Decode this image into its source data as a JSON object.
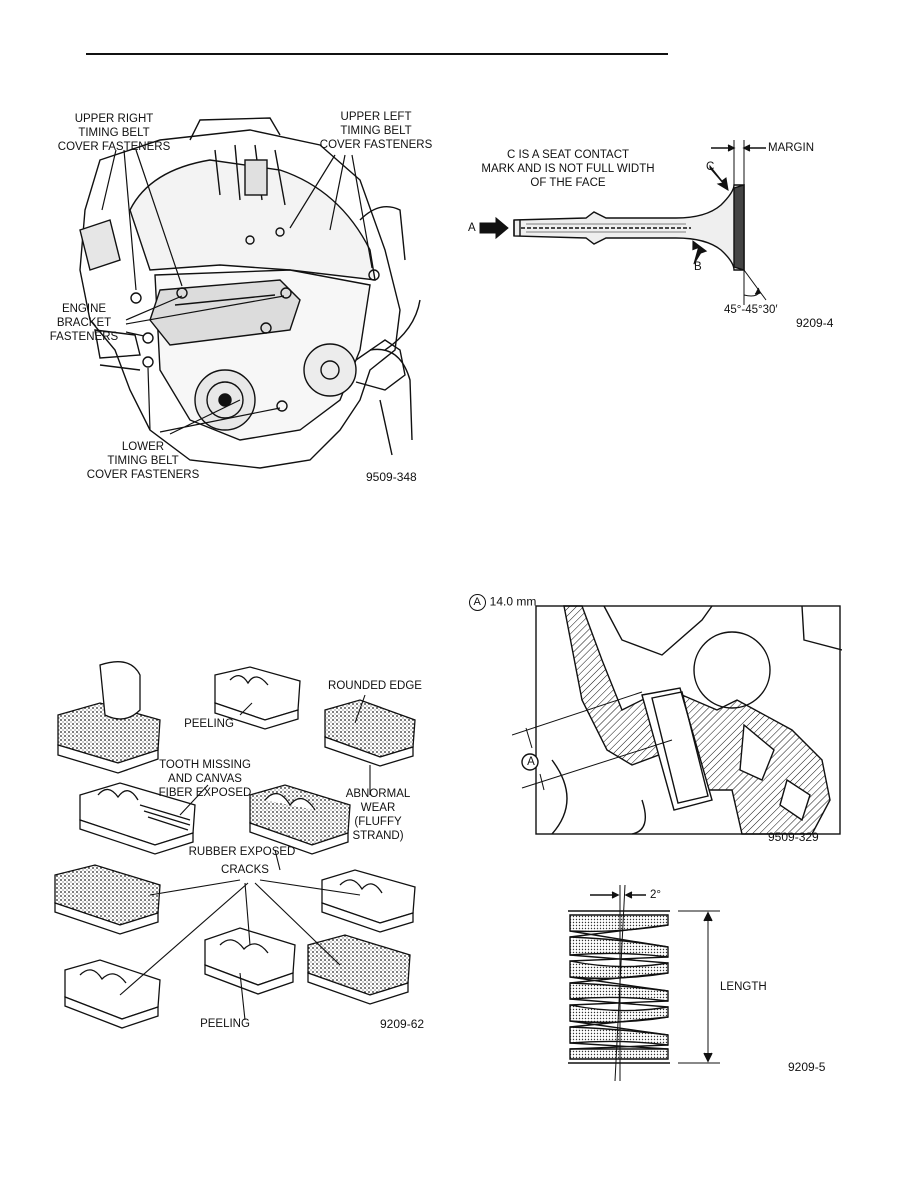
{
  "figures": {
    "timing_cover": {
      "labels": {
        "upper_right": "UPPER RIGHT\nTIMING BELT\nCOVER FASTENERS",
        "upper_left": "UPPER LEFT\nTIMING BELT\nCOVER FASTENERS",
        "engine_bracket": "ENGINE\nBRACKET\nFASTENERS",
        "lower": "LOWER\nTIMING BELT\nCOVER FASTENERS"
      },
      "code": "9509-348"
    },
    "valve": {
      "labels": {
        "seat_contact": "C IS A SEAT CONTACT\nMARK AND IS NOT FULL WIDTH\nOF THE FACE",
        "margin": "MARGIN",
        "a": "A",
        "b": "B",
        "c": "C",
        "angle": "45°-45°30′"
      },
      "code": "9209-4"
    },
    "valve_seal": {
      "legend_marker": "A",
      "legend_value": "14.0 mm",
      "marker": "A",
      "code": "9509-329"
    },
    "belt_wear": {
      "labels": {
        "peeling_top": "PEELING",
        "rounded_edge": "ROUNDED EDGE",
        "tooth_missing": "TOOTH MISSING\nAND CANVAS\nFIBER EXPOSED",
        "abnormal_wear": "ABNORMAL\nWEAR\n(FLUFFY\nSTRAND)",
        "rubber_exposed": "RUBBER EXPOSED",
        "cracks": "CRACKS",
        "peeling_bottom": "PEELING"
      },
      "code": "9209-62"
    },
    "spring": {
      "labels": {
        "angle": "2°",
        "length": "LENGTH"
      },
      "code": "9209-5"
    }
  }
}
